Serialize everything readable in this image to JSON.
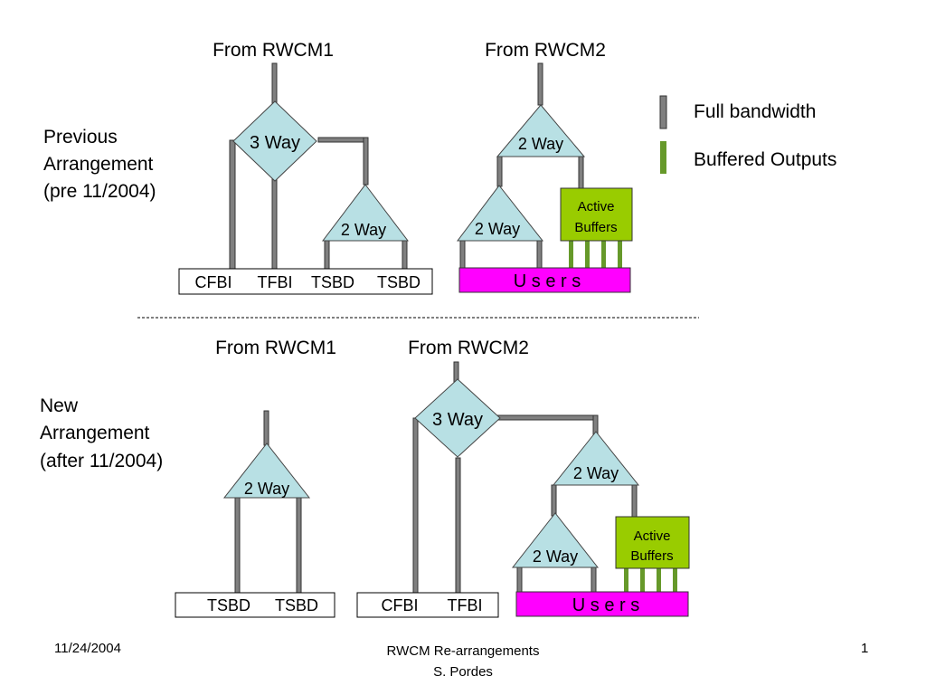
{
  "legend": {
    "full_bandwidth": "Full bandwidth",
    "buffered_outputs": "Buffered Outputs",
    "colors": {
      "full": "#808080",
      "buffered": "#66992a"
    }
  },
  "previous": {
    "label_line1": "Previous",
    "label_line2": "Arrangement",
    "label_line3": "(pre 11/2004)",
    "from1": "From RWCM1",
    "from2": "From RWCM2",
    "splitter_3way": "3 Way",
    "splitter_2way_a": "2 Way",
    "splitter_2way_b": "2 Way",
    "splitter_2way_c": "2 Way",
    "active_buffers_line1": "Active",
    "active_buffers_line2": "Buffers",
    "outputs": [
      "CFBI",
      "TFBI",
      "TSBD",
      "TSBD"
    ],
    "users": "U s e r s"
  },
  "new": {
    "label_line1": "New",
    "label_line2": "Arrangement",
    "label_line3": "(after 11/2004)",
    "from1": "From RWCM1",
    "from2": "From RWCM2",
    "splitter_2way_left": "2 Way",
    "splitter_3way": "3 Way",
    "splitter_2way_upper": "2 Way",
    "splitter_2way_lower": "2 Way",
    "active_buffers_line1": "Active",
    "active_buffers_line2": "Buffers",
    "outputs_left": [
      "TSBD",
      "TSBD"
    ],
    "outputs_right": [
      "CFBI",
      "TFBI"
    ],
    "users": "U s e r s"
  },
  "footer": {
    "date": "11/24/2004",
    "title_line1": "RWCM Re-arrangements",
    "title_line2": "S. Pordes",
    "page": "1"
  },
  "colors": {
    "splitter_fill": "#b8e0e4",
    "buffer_fill": "#99cc00",
    "users_fill": "#ff00ff"
  }
}
